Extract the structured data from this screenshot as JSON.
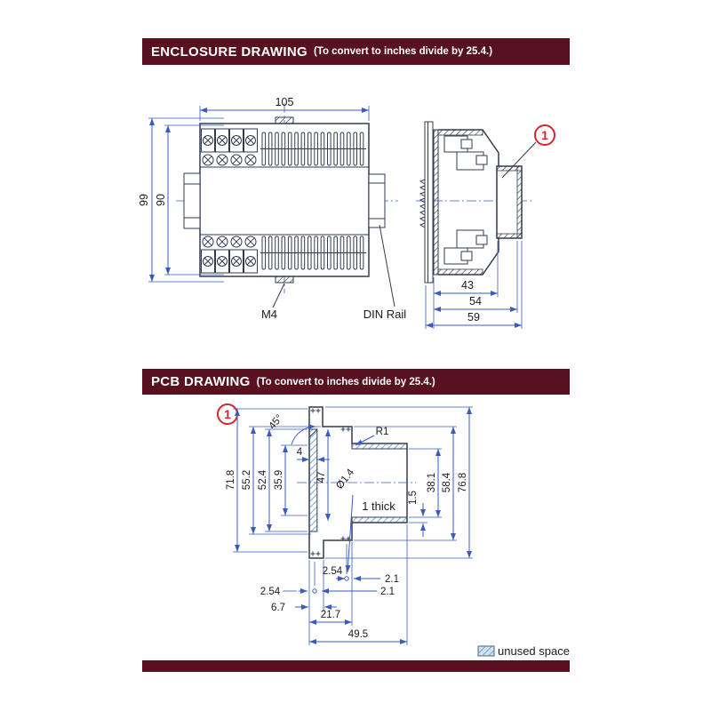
{
  "enclosure_section": {
    "title": "ENCLOSURE DRAWING",
    "subtitle": "(To convert to inches divide by 25.4.)",
    "front_view": {
      "dim_width": "105",
      "dim_height_outer": "99",
      "dim_height_inner": "90",
      "label_m4": "M4",
      "label_din_rail": "DIN Rail"
    },
    "side_view": {
      "callout": "1",
      "dim_recess": "43",
      "dim_body_depth": "54",
      "dim_total_depth": "59"
    }
  },
  "pcb_section": {
    "title": "PCB DRAWING",
    "subtitle": "(To convert to inches divide by 25.4.)",
    "callout": "1",
    "dims": {
      "angle": "45°",
      "slot_width": "4",
      "corner_radius": "R1",
      "height_71_8": "71.8",
      "height_55_2": "55.2",
      "height_52_4": "52.4",
      "height_35_9": "35.9",
      "height_47": "47",
      "hole_diameter": "Ø1.4",
      "thickness_note": "1 thick",
      "wall_1_5": "1.5",
      "height_38_1": "38.1",
      "height_58_4": "58.4",
      "height_76_8": "76.8",
      "pitch_top": "2.54",
      "offset_top": "2.1",
      "pitch_side": "2.54",
      "offset_side": "2.1",
      "width_6_7": "6.7",
      "width_21_7": "21.7",
      "width_49_5": "49.5"
    },
    "legend_label": "unused space"
  },
  "colors": {
    "header_maroon": "#581120",
    "outline_navy": "#333b4f",
    "dimension_blue": "#3a5bc0",
    "hatch_blue": "#5c8fc8",
    "legend_fill": "#cfe3f4",
    "callout_red": "#d8232a"
  }
}
